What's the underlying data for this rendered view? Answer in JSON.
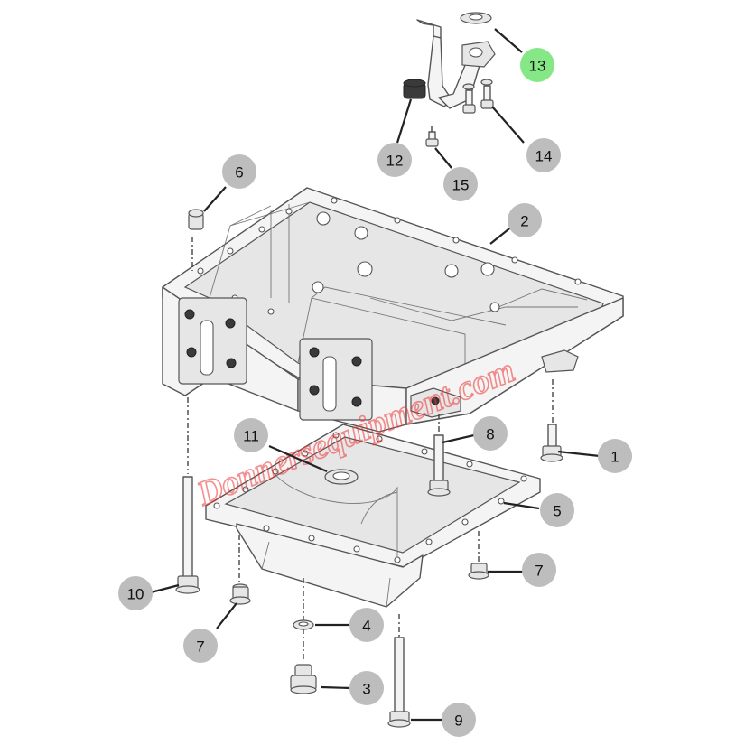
{
  "diagram": {
    "highlight_color": "#86e786",
    "callout_color": "#bdbdbd",
    "watermark": {
      "text": "Donnersequipment.com",
      "color": "#e33333"
    },
    "callouts": [
      {
        "id": "c1",
        "label": "1"
      },
      {
        "id": "c2",
        "label": "2"
      },
      {
        "id": "c3",
        "label": "3"
      },
      {
        "id": "c4",
        "label": "4"
      },
      {
        "id": "c5",
        "label": "5"
      },
      {
        "id": "c6",
        "label": "6"
      },
      {
        "id": "c7a",
        "label": "7"
      },
      {
        "id": "c7b",
        "label": "7"
      },
      {
        "id": "c8",
        "label": "8"
      },
      {
        "id": "c9",
        "label": "9"
      },
      {
        "id": "c10",
        "label": "10"
      },
      {
        "id": "c11",
        "label": "11"
      },
      {
        "id": "c12",
        "label": "12"
      },
      {
        "id": "c13",
        "label": "13",
        "highlighted": true
      },
      {
        "id": "c14",
        "label": "14"
      },
      {
        "id": "c15",
        "label": "15"
      }
    ]
  }
}
